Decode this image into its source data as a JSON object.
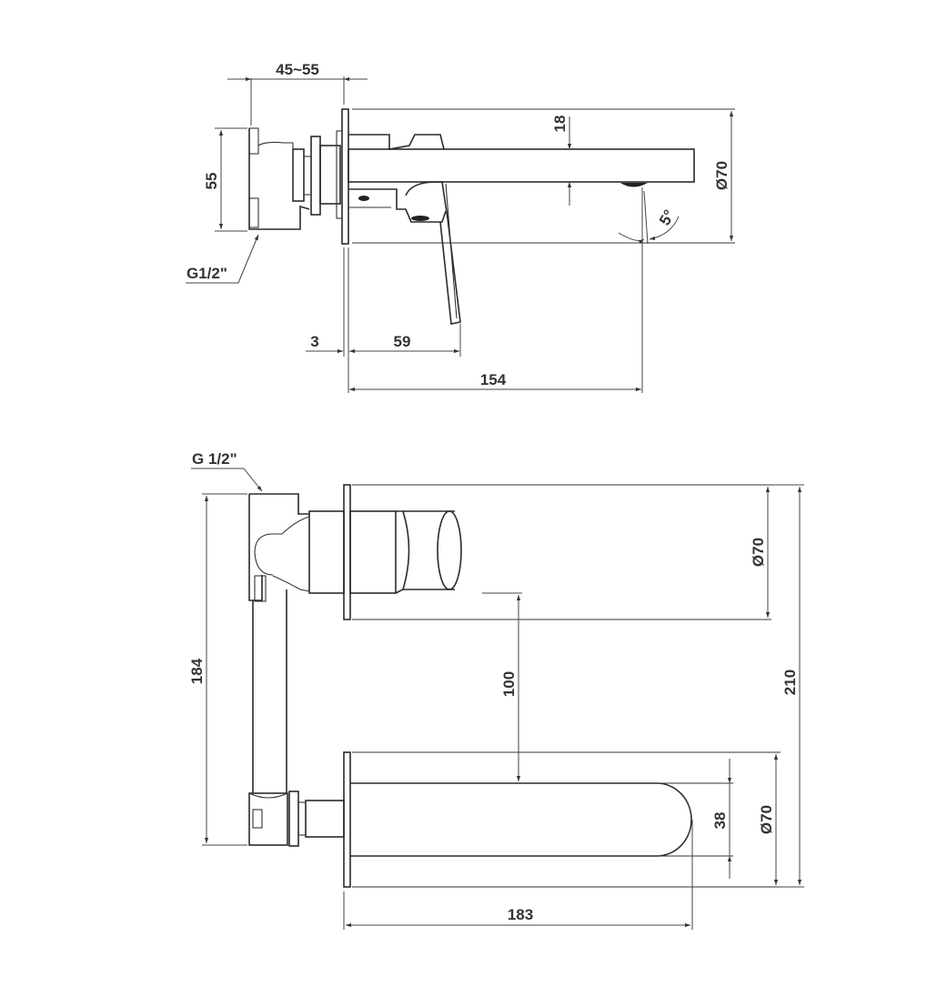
{
  "drawing": {
    "side_view": {
      "dims": {
        "body_depth": "45~55",
        "connector_height": "55",
        "thread": "G1/2\"",
        "spout_thickness": "18",
        "plate_diameter": "Ø70",
        "spout_angle": "5°",
        "plate_thickness": "3",
        "lever_reach": "59",
        "spout_projection": "154"
      }
    },
    "top_view": {
      "dims": {
        "thread": "G 1/2\"",
        "inlet_spacing": "184",
        "upper_plate_diameter": "Ø70",
        "center_spacing": "100",
        "total_height": "210",
        "spout_width": "38",
        "lower_plate_diameter": "Ø70",
        "spout_length": "183"
      }
    }
  }
}
